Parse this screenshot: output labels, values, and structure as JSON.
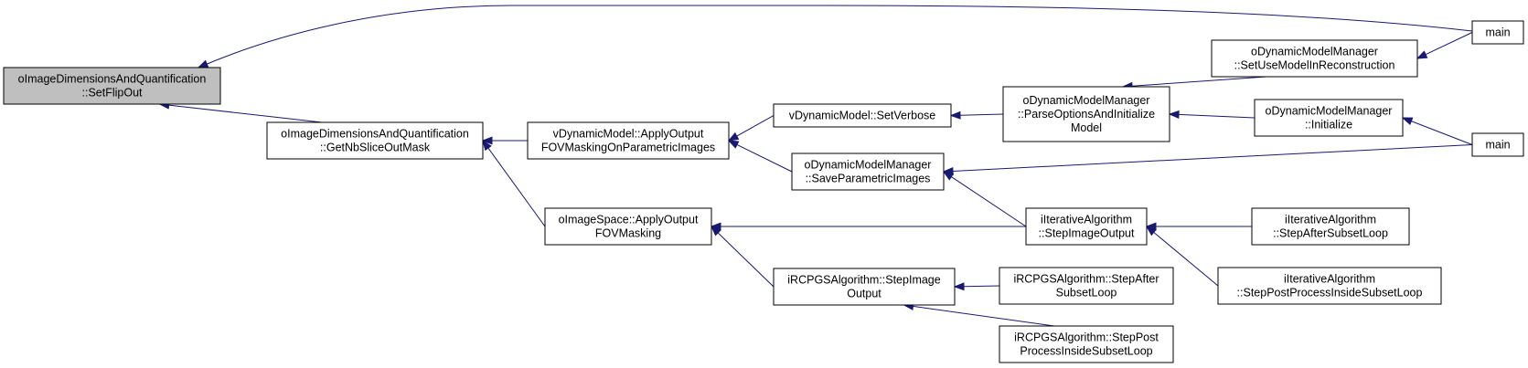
{
  "colors": {
    "node_fill": "#ffffff",
    "highlight_fill": "#bfbfbf",
    "node_border": "#000000",
    "edge": "#191970"
  },
  "nodes": [
    {
      "id": "setflipout",
      "lines": [
        "oImageDimensionsAndQuantification",
        "::SetFlipOut"
      ],
      "highlight": true
    },
    {
      "id": "getnbslice",
      "lines": [
        "oImageDimensionsAndQuantification",
        "::GetNbSliceOutMask"
      ]
    },
    {
      "id": "applyparam",
      "lines": [
        "vDynamicModel::ApplyOutput",
        "FOVMaskingOnParametricImages"
      ]
    },
    {
      "id": "imgspace",
      "lines": [
        "oImageSpace::ApplyOutput",
        "FOVMasking"
      ]
    },
    {
      "id": "setverbose",
      "lines": [
        "vDynamicModel::SetVerbose"
      ]
    },
    {
      "id": "saveparam",
      "lines": [
        "oDynamicModelManager",
        "::SaveParametricImages"
      ]
    },
    {
      "id": "rcpgs_step",
      "lines": [
        "iRCPGSAlgorithm::StepImage",
        "Output"
      ]
    },
    {
      "id": "parseopts",
      "lines": [
        "oDynamicModelManager",
        "::ParseOptionsAndInitialize",
        "Model"
      ]
    },
    {
      "id": "iter_step",
      "lines": [
        "iIterativeAlgorithm",
        "::StepImageOutput"
      ]
    },
    {
      "id": "rcpgs_after",
      "lines": [
        "iRCPGSAlgorithm::StepAfter",
        "SubsetLoop"
      ]
    },
    {
      "id": "rcpgs_post",
      "lines": [
        "iRCPGSAlgorithm::StepPost",
        "ProcessInsideSubsetLoop"
      ]
    },
    {
      "id": "setusemodel",
      "lines": [
        "oDynamicModelManager",
        "::SetUseModelInReconstruction"
      ]
    },
    {
      "id": "initialize",
      "lines": [
        "oDynamicModelManager",
        "::Initialize"
      ]
    },
    {
      "id": "iter_after",
      "lines": [
        "iIterativeAlgorithm",
        "::StepAfterSubsetLoop"
      ]
    },
    {
      "id": "iter_post",
      "lines": [
        "iIterativeAlgorithm",
        "::StepPostProcessInsideSubsetLoop"
      ]
    },
    {
      "id": "main1",
      "lines": [
        "main"
      ]
    },
    {
      "id": "main2",
      "lines": [
        "main"
      ]
    }
  ],
  "edges": [
    {
      "from": "main1",
      "to": "setflipout"
    },
    {
      "from": "getnbslice",
      "to": "setflipout"
    },
    {
      "from": "applyparam",
      "to": "getnbslice"
    },
    {
      "from": "imgspace",
      "to": "getnbslice"
    },
    {
      "from": "setverbose",
      "to": "applyparam"
    },
    {
      "from": "saveparam",
      "to": "applyparam"
    },
    {
      "from": "parseopts",
      "to": "setverbose"
    },
    {
      "from": "setusemodel",
      "to": "parseopts"
    },
    {
      "from": "initialize",
      "to": "parseopts"
    },
    {
      "from": "main1",
      "to": "setusemodel"
    },
    {
      "from": "main2",
      "to": "initialize"
    },
    {
      "from": "main2",
      "to": "saveparam"
    },
    {
      "from": "iter_step",
      "to": "saveparam"
    },
    {
      "from": "iter_step",
      "to": "imgspace"
    },
    {
      "from": "rcpgs_step",
      "to": "imgspace"
    },
    {
      "from": "iter_after",
      "to": "iter_step"
    },
    {
      "from": "iter_post",
      "to": "iter_step"
    },
    {
      "from": "rcpgs_after",
      "to": "rcpgs_step"
    },
    {
      "from": "rcpgs_post",
      "to": "rcpgs_step"
    }
  ]
}
